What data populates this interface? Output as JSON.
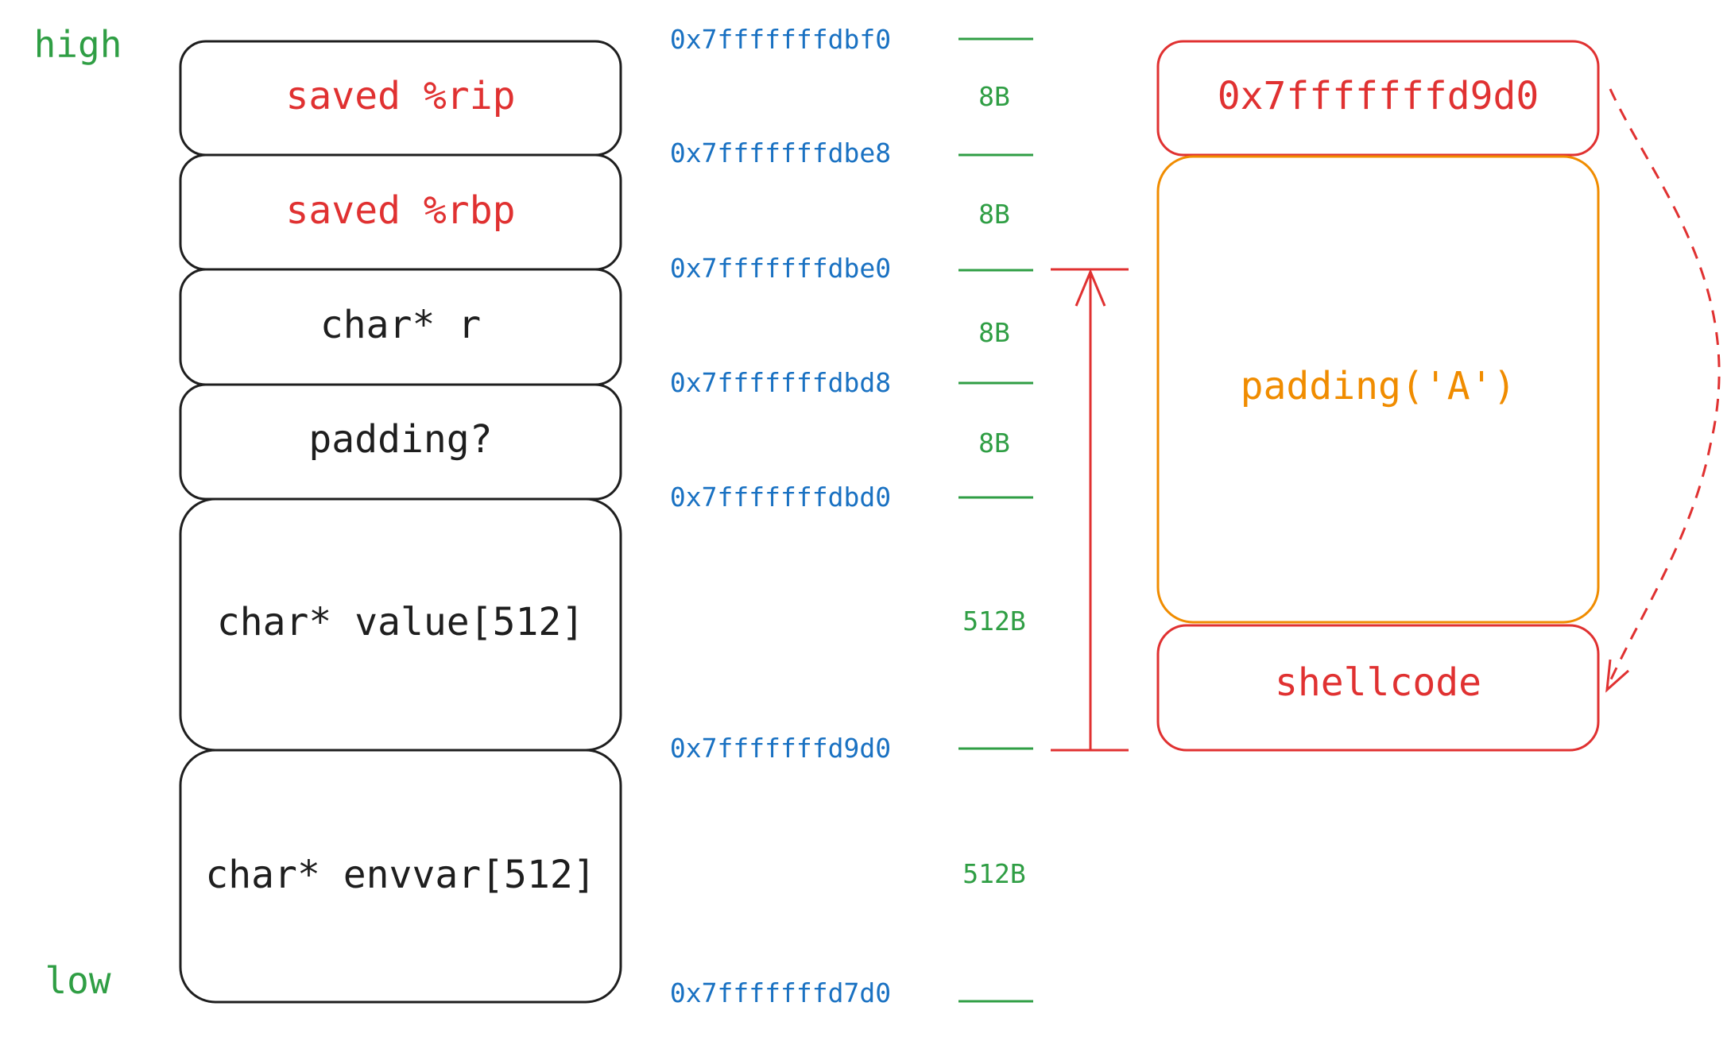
{
  "colors": {
    "black": "#1e1e1e",
    "red": "#e03131",
    "green": "#2f9e44",
    "blue": "#1971c2",
    "orange": "#f08c00"
  },
  "side_labels": {
    "high": "high",
    "low": "low"
  },
  "stack_boxes": [
    {
      "label": "saved %rip",
      "color": "red"
    },
    {
      "label": "saved %rbp",
      "color": "red"
    },
    {
      "label": "char* r",
      "color": "black"
    },
    {
      "label": "padding?",
      "color": "black"
    },
    {
      "label": "char* value[512]",
      "color": "black"
    },
    {
      "label": "char* envvar[512]",
      "color": "black"
    }
  ],
  "addresses": [
    "0x7fffffffdbf0",
    "0x7fffffffdbe8",
    "0x7fffffffdbe0",
    "0x7fffffffdbd8",
    "0x7fffffffdbd0",
    "0x7fffffffd9d0",
    "0x7fffffffd7d0"
  ],
  "sizes": [
    "8B",
    "8B",
    "8B",
    "8B",
    "512B",
    "512B"
  ],
  "payload": {
    "return_address": "0x7fffffffd9d0",
    "padding": "padding('A')",
    "shellcode": "shellcode"
  }
}
